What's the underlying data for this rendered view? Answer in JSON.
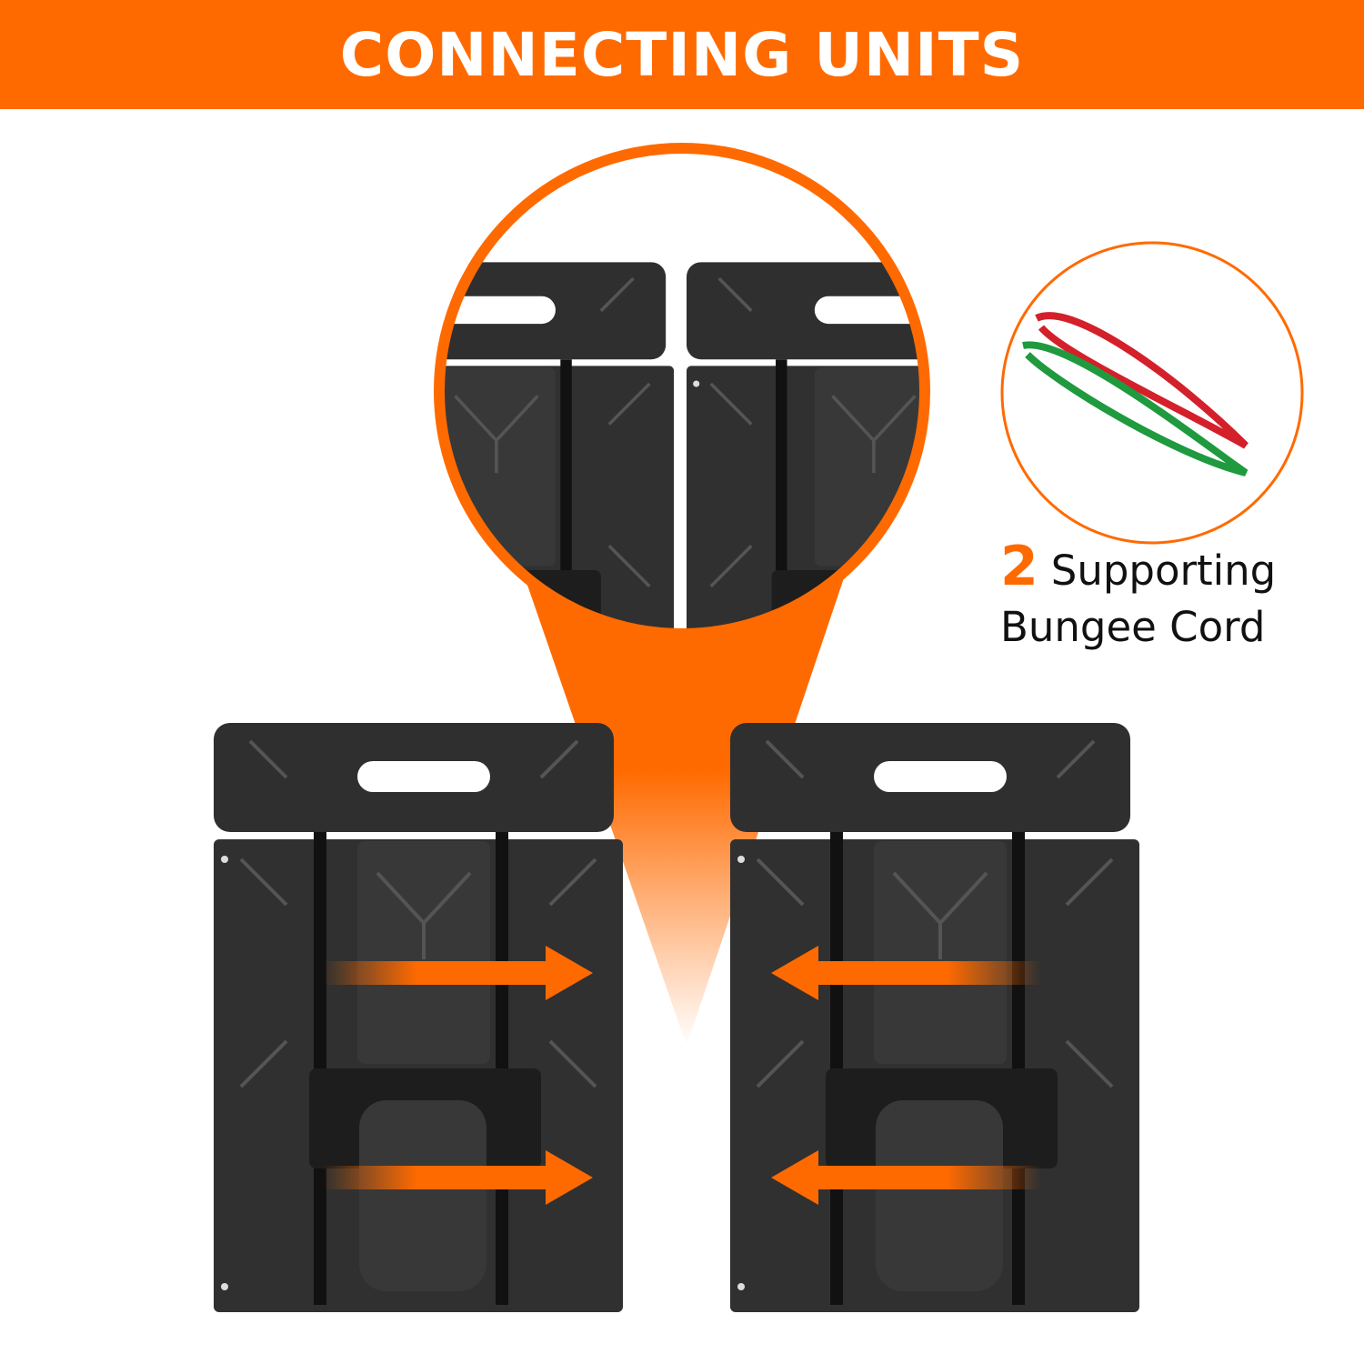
{
  "header": {
    "title": "CONNECTING UNITS"
  },
  "bungee": {
    "count": "2",
    "line1": "Supporting",
    "line2": "Bungee Cord"
  },
  "colors": {
    "accent": "#FF6A00",
    "cart": "#2e2e2e",
    "cord_red": "#d3202a",
    "cord_green": "#1f9a3e"
  }
}
